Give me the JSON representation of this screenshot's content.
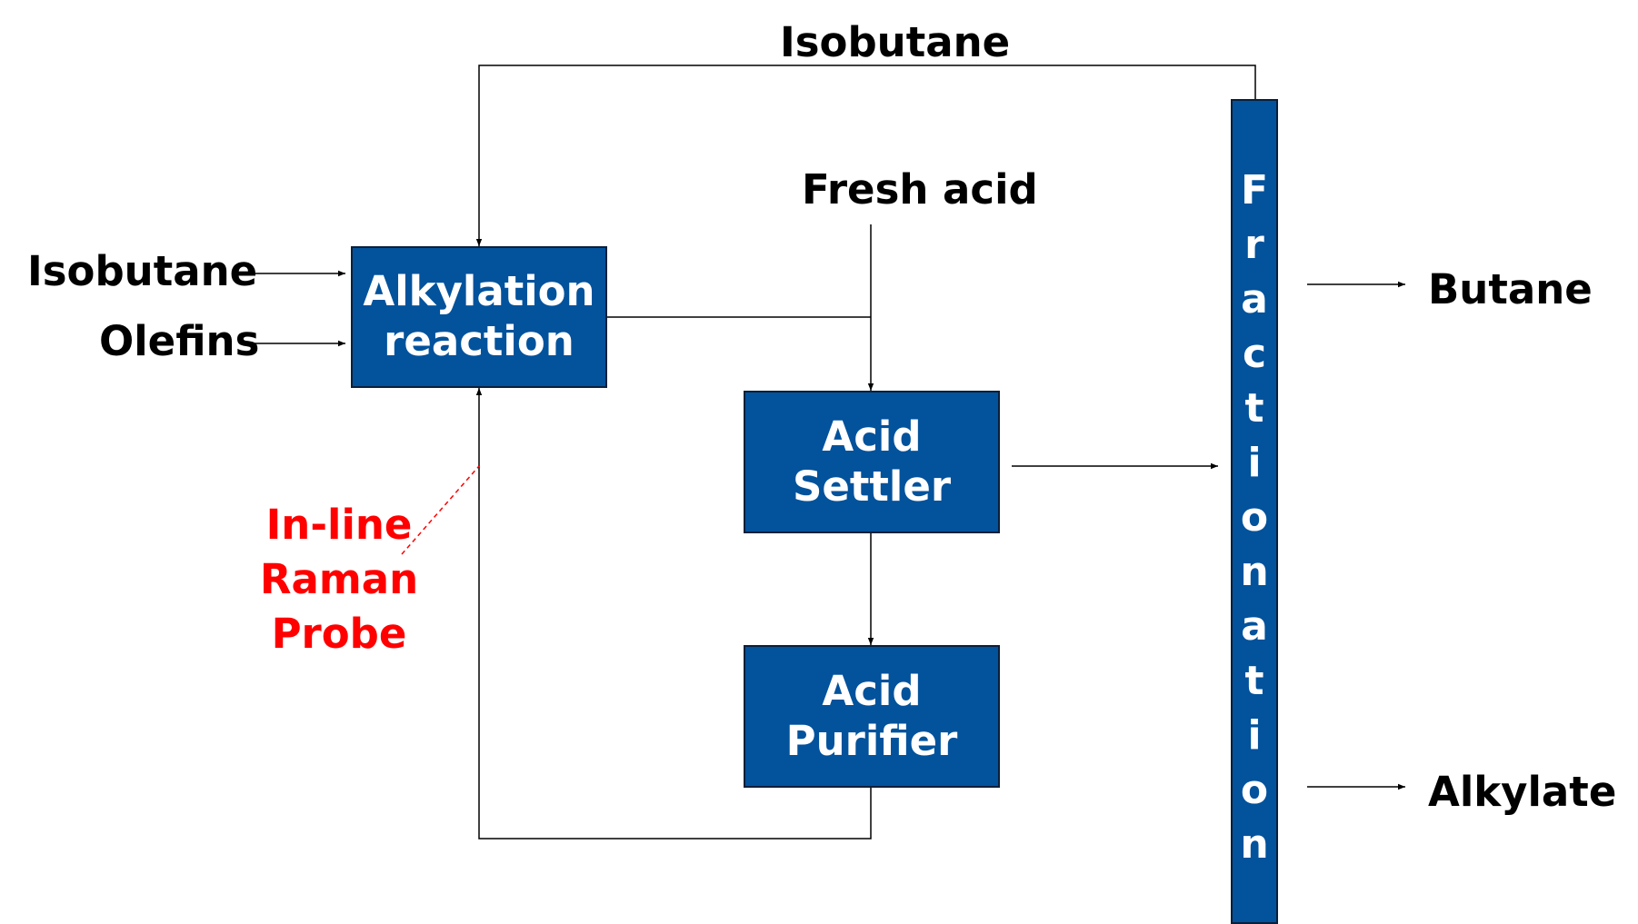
{
  "labels": {
    "top_isobutane": "Isobutane",
    "left_isobutane": "Isobutane",
    "olefins": "Olefins",
    "fresh_acid": "Fresh acid",
    "butane": "Butane",
    "alkylate": "Alkylate"
  },
  "boxes": {
    "alkylation": {
      "line1": "Alkylation",
      "line2": "reaction"
    },
    "settler": {
      "line1": "Acid",
      "line2": "Settler"
    },
    "purifier": {
      "line1": "Acid",
      "line2": "Purifier"
    }
  },
  "probe": {
    "line1": "In-line",
    "line2": "Raman",
    "line3": "Probe"
  },
  "fractionation": {
    "letters": [
      "F",
      "r",
      "a",
      "c",
      "t",
      "i",
      "o",
      "n",
      "a",
      "t",
      "i",
      "o",
      "n"
    ]
  },
  "colors": {
    "box_fill": "#02529c",
    "probe_text": "#ff0000",
    "lines": "#000000"
  }
}
